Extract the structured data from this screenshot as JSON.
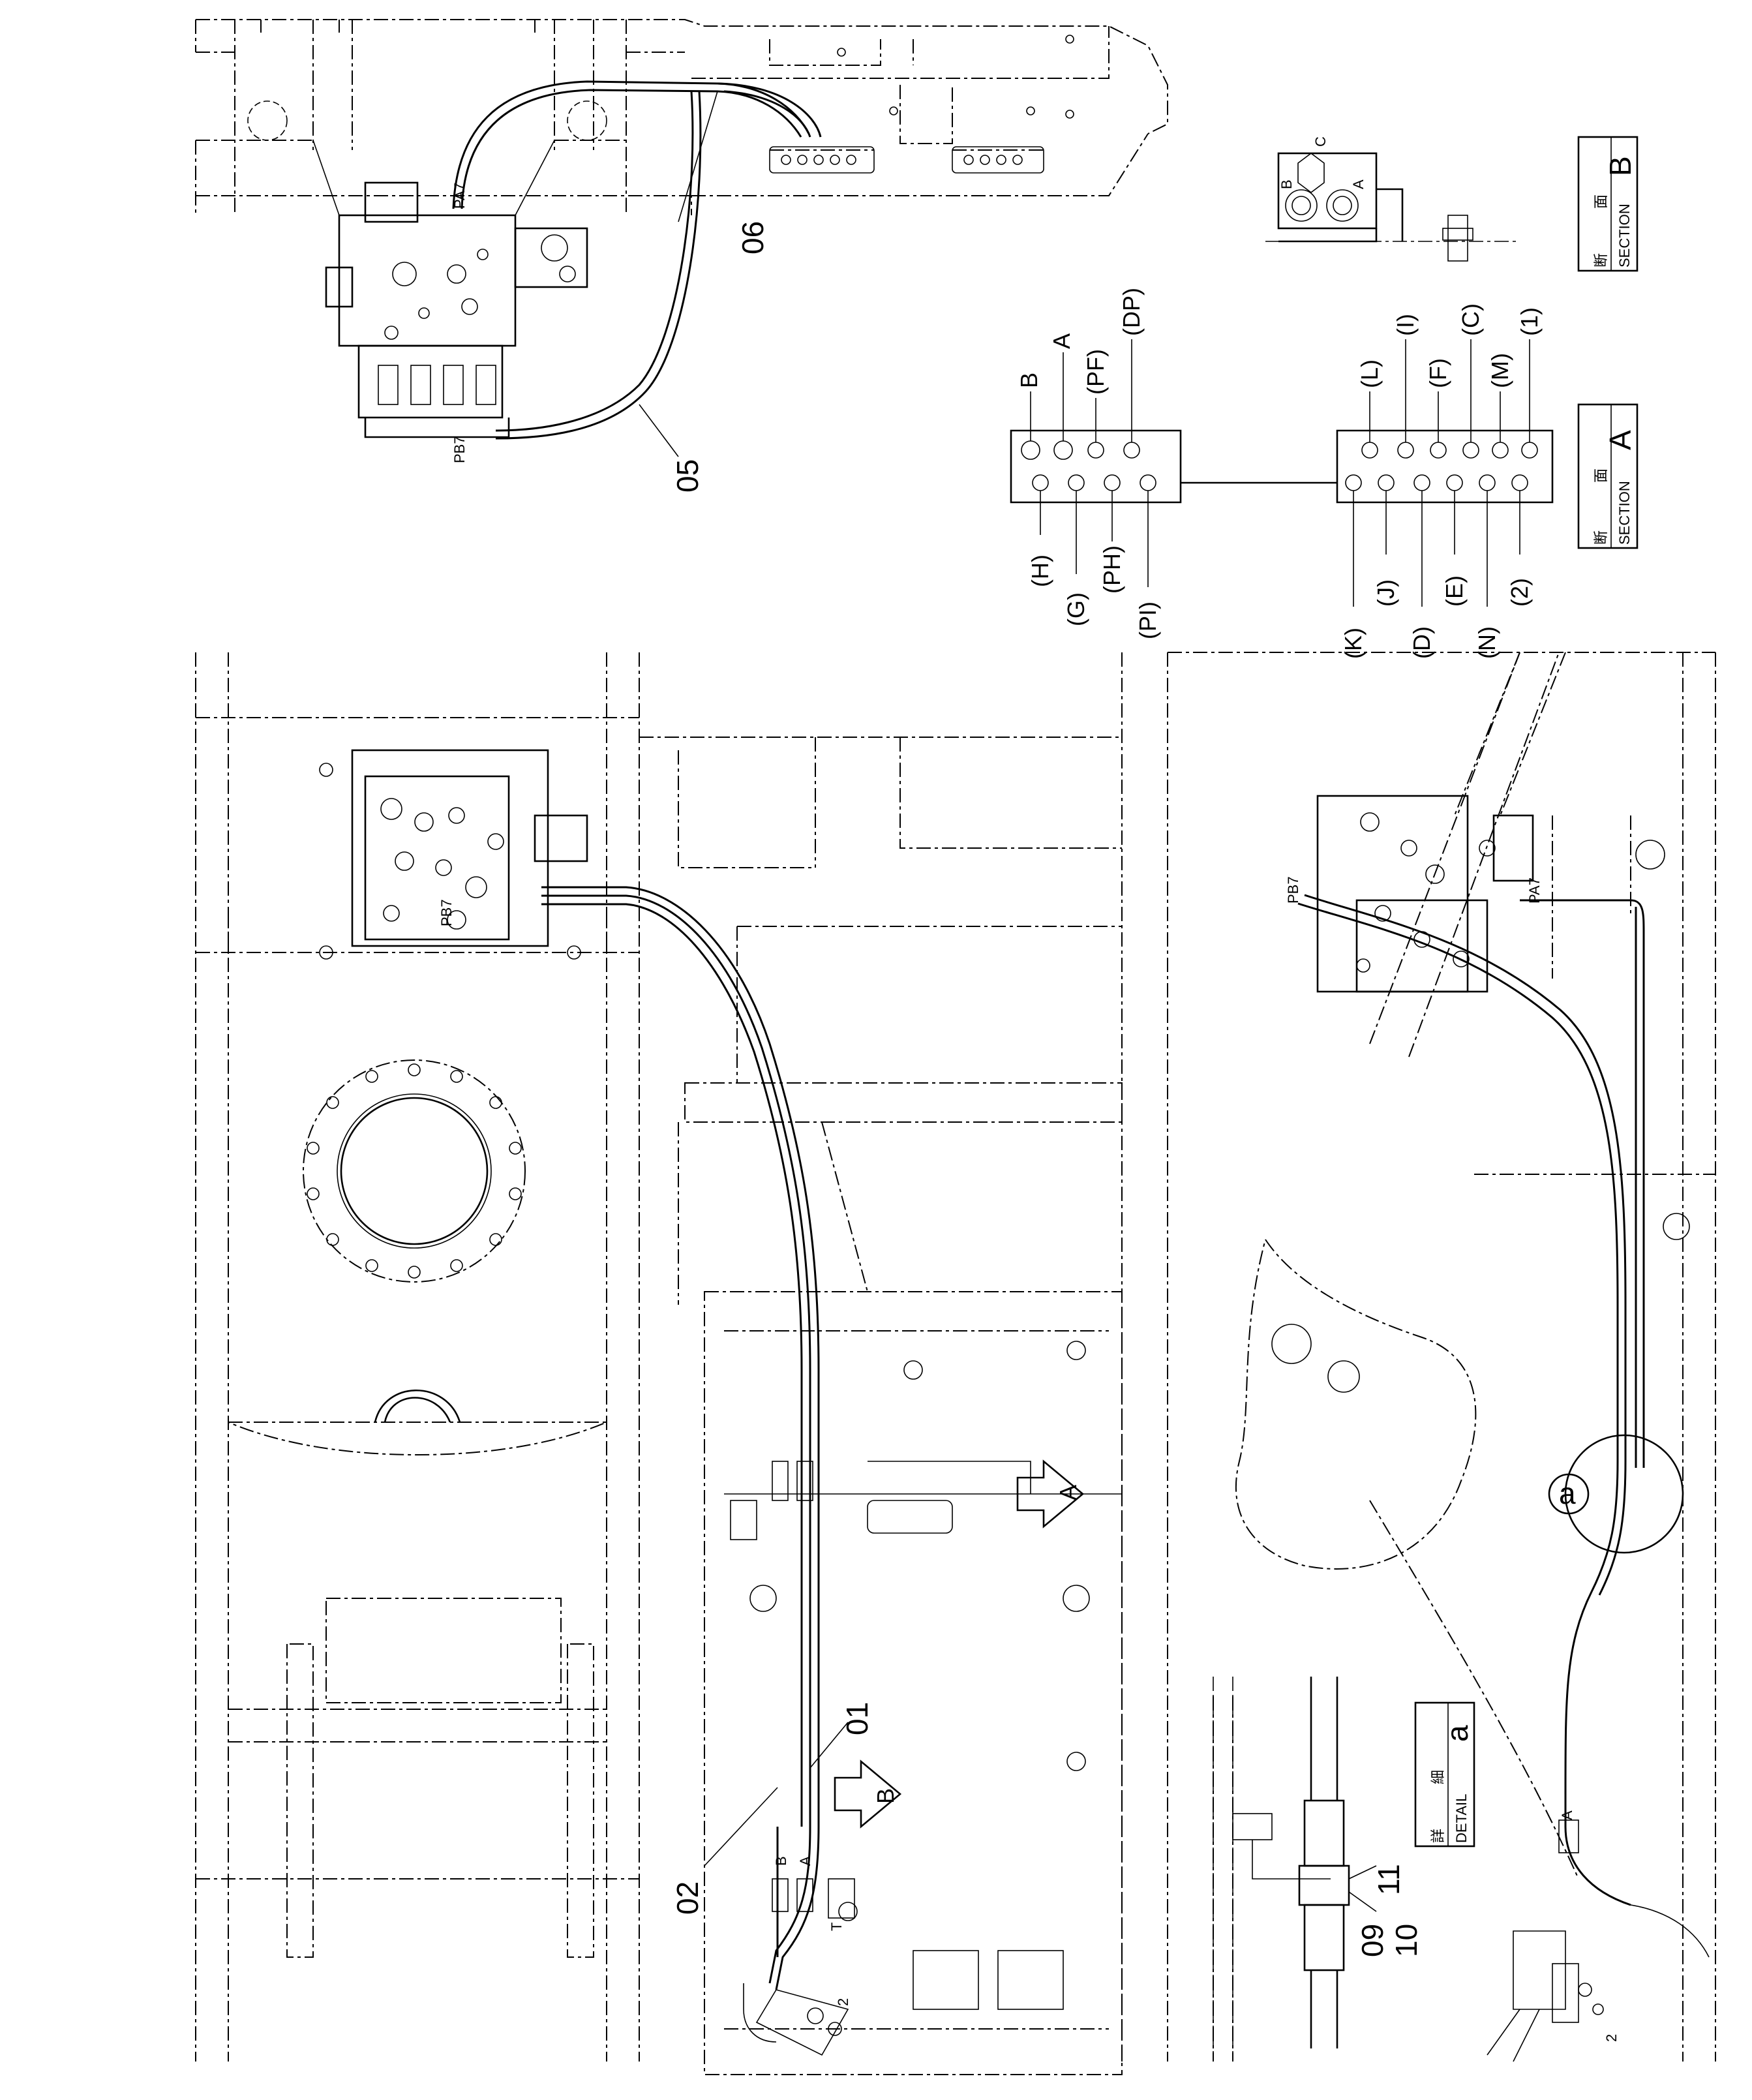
{
  "part_numbers": {
    "p01": "01",
    "p02": "02",
    "p05": "05",
    "p06": "06",
    "p09": "09",
    "p10": "10",
    "p11": "11"
  },
  "ports_top": {
    "pa7": "PA7",
    "pb7": "PB7"
  },
  "ports_plan": {
    "pb7": "PB7",
    "a": "A",
    "b": "B",
    "t": "T",
    "two": "2"
  },
  "ports_side": {
    "pb7": "PB7",
    "pa7": "PA7",
    "a": "A",
    "two": "2"
  },
  "section_a": {
    "letter": "A",
    "kanji_1": "断",
    "kanji_2": "面",
    "word": "SECTION",
    "upper_ports": [
      "B",
      "A",
      "(PF)",
      "(DP)"
    ],
    "upper_ports_2": [
      "(L)",
      "(I)",
      "(F)",
      "(C)",
      "(M)",
      "(1)"
    ],
    "lower_ports": [
      "(H)",
      "(G)",
      "(PH)",
      "(PI)"
    ],
    "lower_ports_2": [
      "(K)",
      "(J)",
      "(D)",
      "(E)",
      "(N)",
      "(2)"
    ]
  },
  "section_b": {
    "letter": "B",
    "kanji_1": "断",
    "kanji_2": "面",
    "word": "SECTION",
    "port_b": "B",
    "port_a": "A",
    "port_c": "C"
  },
  "detail_a": {
    "letter": "a",
    "kanji_1": "詳",
    "kanji_2": "細",
    "word": "DETAIL"
  },
  "view_markers": {
    "a": "A",
    "b": "B"
  },
  "detail_callout": "a"
}
